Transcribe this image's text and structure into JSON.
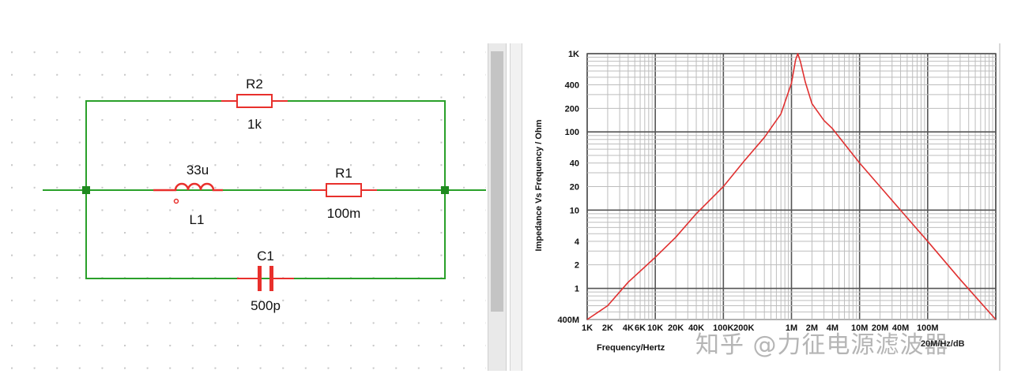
{
  "schematic": {
    "components": [
      {
        "id": "R2",
        "ref": "R2",
        "value": "1k"
      },
      {
        "id": "L1",
        "ref": "L1",
        "value": "33u"
      },
      {
        "id": "R1",
        "ref": "R1",
        "value": "100m"
      },
      {
        "id": "C1",
        "ref": "C1",
        "value": "500p"
      }
    ],
    "colors": {
      "wire": "#2aa02a",
      "component": "#e8302c",
      "node": "#1f8a1f",
      "grid_dot": "#c8c8c8"
    }
  },
  "chart_data": {
    "type": "line",
    "title": "",
    "xlabel": "Frequency/Hertz",
    "ylabel": "Impedance Vs Frequency / Ohm",
    "x_scale": "log",
    "y_scale": "log",
    "xlim": [
      1000,
      1000000000
    ],
    "ylim": [
      0.4,
      1000
    ],
    "x_ticks": [
      "1K",
      "2K",
      "4K",
      "6K",
      "10K",
      "20K",
      "40K",
      "100K",
      "200K",
      "1M",
      "2M",
      "4M",
      "10M",
      "20M",
      "40M",
      "100M"
    ],
    "y_ticks": [
      "1K",
      "400",
      "200",
      "100",
      "40",
      "20",
      "10",
      "4",
      "2",
      "1",
      "400M"
    ],
    "grid": true,
    "series": [
      {
        "color": "#e03030",
        "x": [
          1000,
          2000,
          4000,
          10000,
          20000,
          40000,
          100000,
          200000,
          400000,
          700000,
          1000000,
          1150000,
          1240000,
          1350000,
          1600000,
          2000000,
          3000000,
          4000000,
          10000000,
          20000000,
          40000000,
          100000000,
          300000000,
          1000000000
        ],
        "y": [
          0.4,
          0.6,
          1.2,
          2.5,
          4.5,
          9,
          20,
          42,
          85,
          170,
          420,
          830,
          1000,
          800,
          430,
          230,
          140,
          110,
          40,
          20,
          10,
          4,
          1.3,
          0.4
        ]
      }
    ],
    "bottom_right_fragment": "20M/Hz/dB"
  },
  "watermark": "知乎 @力征电源滤波器"
}
